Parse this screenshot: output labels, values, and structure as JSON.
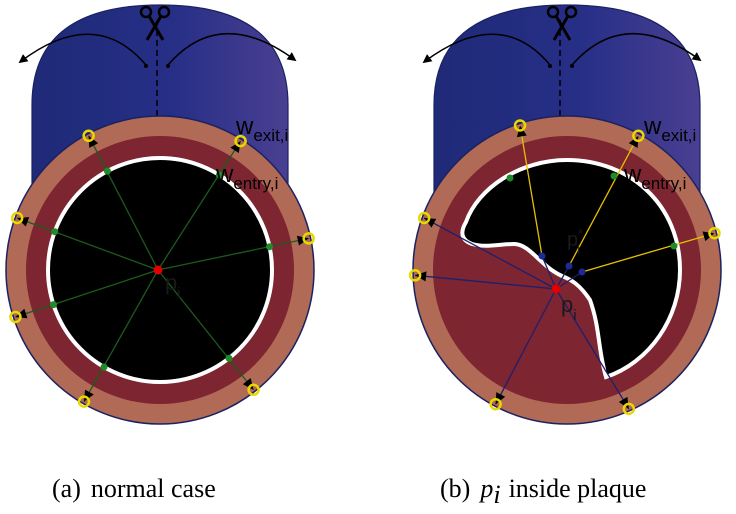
{
  "panels": [
    {
      "id": "a",
      "caption_prefix": "(a)",
      "caption_text": "normal case",
      "point_label": "p",
      "point_sub": "i",
      "exit_label": "w",
      "exit_sub": "exit,i",
      "entry_label": "w",
      "entry_sub": "entry,i"
    },
    {
      "id": "b",
      "caption_prefix": "(b)",
      "caption_italic": "p",
      "caption_italic_sub": "i",
      "caption_text": "inside plaque",
      "point_label": "p",
      "point_sub": "i",
      "exit_label": "w",
      "exit_sub": "exit,i",
      "entry_label": "w",
      "entry_sub": "entry,i",
      "inner_point_label": "p",
      "inner_point_sub": "i",
      "inner_point_sup": "*"
    }
  ],
  "colors": {
    "vessel_blue": "#252f80",
    "outer_wall": "#b06a55",
    "media_wall": "#7d2530",
    "lumen": "#000000",
    "boundary_white": "#ffffff",
    "normal_ray": "#1d5a1d",
    "exit_ray": "#e8c000",
    "plaque_ray": "#1c1f70",
    "marker_green": "#1e8c2a",
    "marker_yellow": "#e8d800",
    "marker_blue": "#1c2a9a",
    "center_red": "#e00000"
  },
  "icons": [
    "scissors-icon",
    "cut-arrow-icon"
  ]
}
